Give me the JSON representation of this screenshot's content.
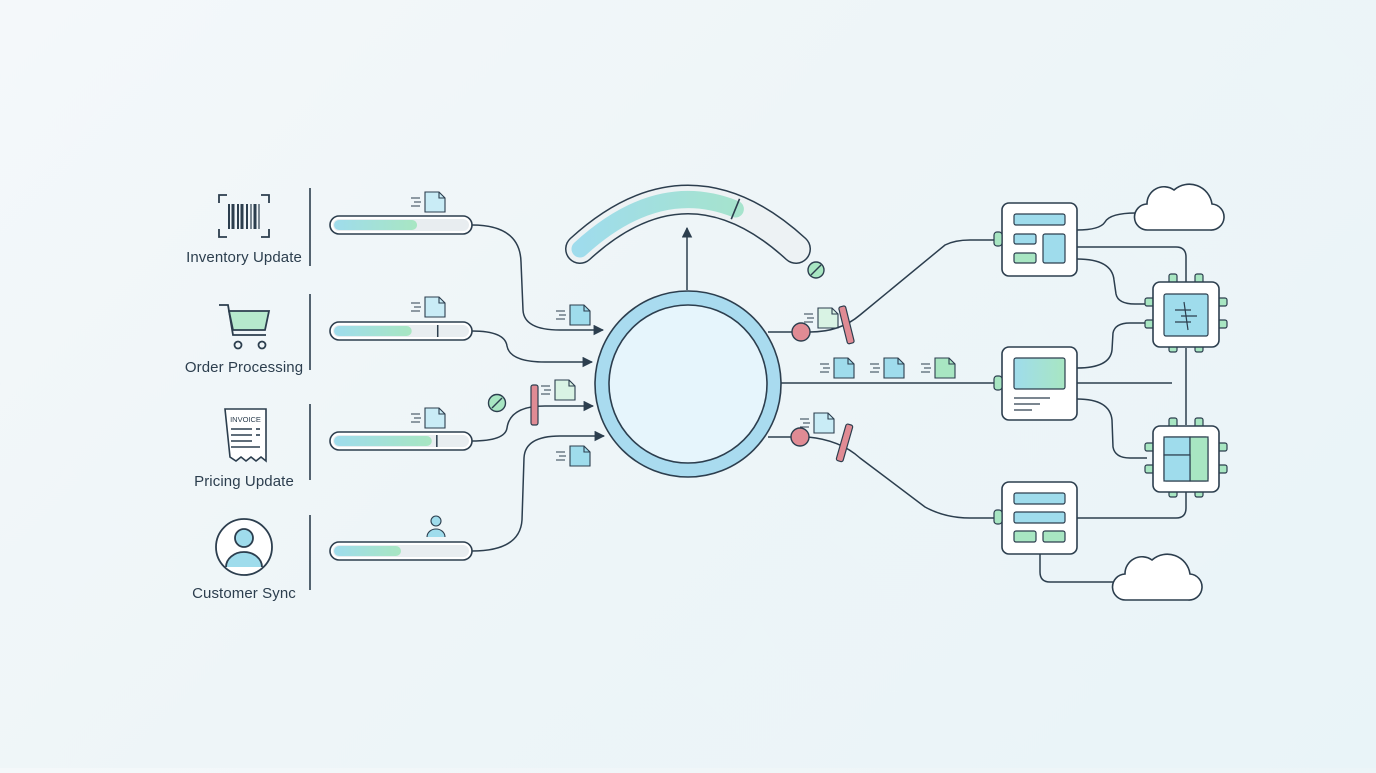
{
  "sources": [
    {
      "label": "Inventory Update",
      "icon": "barcode-icon",
      "progress": 0.62
    },
    {
      "label": "Order Processing",
      "icon": "shopping-cart-icon",
      "progress": 0.58
    },
    {
      "label": "Pricing Update",
      "icon": "invoice-icon",
      "progress": 0.73
    },
    {
      "label": "Customer Sync",
      "icon": "user-avatar-icon",
      "progress": 0.5
    }
  ],
  "invoice_icon_text": "INVOICE",
  "hub_gauge": {
    "level": 0.7
  },
  "colors": {
    "stroke": "#2c3e4e",
    "teal": "#9fdcec",
    "mint": "#a8e6c2",
    "block": "#e08b94",
    "hub_fill": "#e6f5fc",
    "hub_ring": "#a9dbef"
  },
  "destinations": [
    "panel-service-icon",
    "panel-display-icon",
    "panel-list-icon",
    "chip-processor-icon",
    "chip-grid-icon",
    "cloud-icon",
    "cloud-icon"
  ]
}
